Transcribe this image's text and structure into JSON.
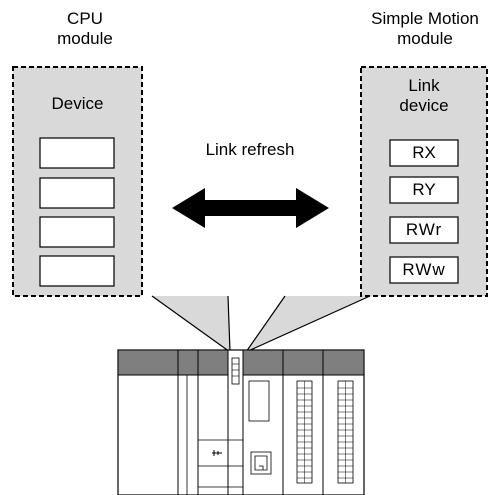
{
  "cpu": {
    "title_line1": "CPU",
    "title_line2": "module",
    "device_label": "Device"
  },
  "simple_motion": {
    "title_line1": "Simple Motion",
    "title_line2": "module",
    "link_label_line1": "Link",
    "link_label_line2": "device",
    "registers": [
      "RX",
      "RY",
      "RWr",
      "RWw"
    ]
  },
  "link_refresh_label": "Link refresh",
  "colors": {
    "panel_fill": "#d9d9d9",
    "plc_header": "#7f7f7f",
    "stroke": "#000000"
  }
}
